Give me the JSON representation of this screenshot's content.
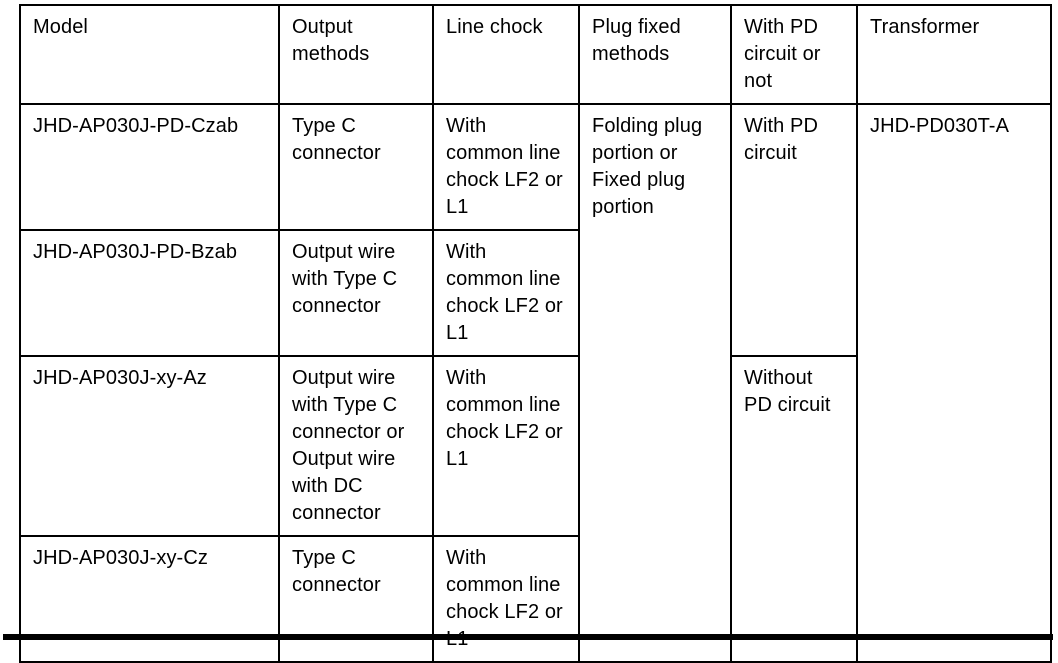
{
  "document": {
    "table": {
      "headers": {
        "model": "Model",
        "output_methods": "Output methods",
        "line_chock": "Line chock",
        "plug_fixed_methods": "Plug fixed methods",
        "pd_circuit": "With PD circuit or not",
        "transformer": "Transformer"
      },
      "rows": [
        {
          "model": "JHD-AP030J-PD-Czab",
          "output_methods": "Type C connector",
          "line_chock": "With common line chock LF2 or L1"
        },
        {
          "model": "JHD-AP030J-PD-Bzab",
          "output_methods": "Output wire with Type C connector",
          "line_chock": "With common line chock LF2 or L1"
        },
        {
          "model": "JHD-AP030J-xy-Az",
          "output_methods": "Output wire with Type C connector or Output wire with DC connector",
          "line_chock": "With common line chock LF2 or L1"
        },
        {
          "model": "JHD-AP030J-xy-Cz",
          "output_methods": "Type C connector",
          "line_chock": "With common line chock LF2 or L1"
        }
      ],
      "merged": {
        "plug_fixed_methods": "Folding plug portion or Fixed plug portion",
        "with_pd_circuit": "With PD circuit",
        "without_pd_circuit": "Without PD circuit",
        "transformer": "JHD-PD030T-A"
      },
      "colors": {
        "text": "#000000",
        "border": "#000000",
        "background": "#ffffff"
      }
    }
  }
}
